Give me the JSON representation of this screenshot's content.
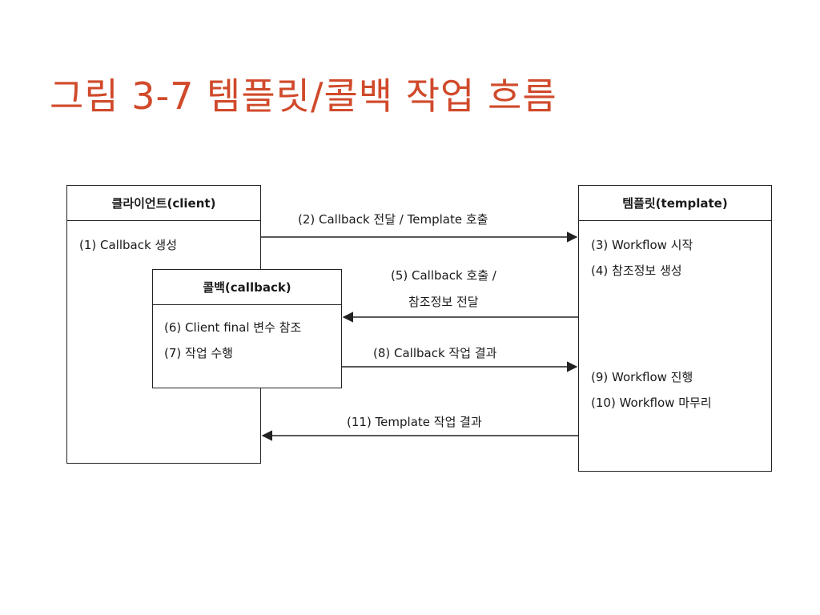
{
  "title": "그림 3-7 템플릿/콜백 작업 흐름",
  "client": {
    "header": "클라이언트(client)",
    "steps": [
      "(1) Callback 생성"
    ]
  },
  "callback": {
    "header": "콜백(callback)",
    "steps": [
      "(6) Client final 변수 참조",
      "(7) 작업 수행"
    ]
  },
  "template": {
    "header": "템플릿(template)",
    "steps": [
      "(3) Workflow 시작",
      "(4) 참조정보 생성",
      "(9) Workflow 진행",
      "(10) Workflow 마무리"
    ]
  },
  "arrows": {
    "a2": "(2) Callback 전달 / Template 호출",
    "a5_line1": "(5) Callback 호출 /",
    "a5_line2": "참조정보 전달",
    "a8": "(8) Callback 작업 결과",
    "a11": "(11) Template 작업 결과"
  },
  "colors": {
    "title": "#d04a2b",
    "stroke": "#222222"
  }
}
